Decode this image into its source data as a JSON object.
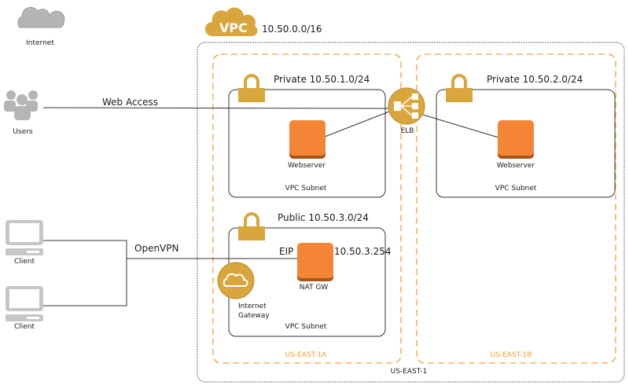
{
  "colors": {
    "gold": "#d8a63d",
    "orange_instance": "#f58536",
    "orange_instance_dark": "#a8561c",
    "az_border": "#f5a03c",
    "gray_icon": "#b5b5b5",
    "line": "#333333"
  },
  "internet": {
    "label": "Internet",
    "icon": "cloud-icon"
  },
  "users": {
    "label": "Users",
    "icon": "users-icon"
  },
  "web_access": {
    "label": "Web Access"
  },
  "clients": [
    {
      "label": "Client",
      "icon": "laptop-icon"
    },
    {
      "label": "Client",
      "icon": "laptop-icon"
    }
  ],
  "openvpn": {
    "label": "OpenVPN"
  },
  "vpc": {
    "badge": "VPC",
    "cidr": "10.50.0.0/16",
    "region": "US-EAST-1"
  },
  "availability_zones": [
    {
      "label": "US-EAST-1A"
    },
    {
      "label": "US-EAST-1B"
    }
  ],
  "subnets": {
    "private_a": {
      "title": "Private 10.50.1.0/24",
      "footer": "VPC Subnet",
      "instance": "Webserver"
    },
    "private_b": {
      "title": "Private 10.50.2.0/24",
      "footer": "VPC Subnet",
      "instance": "Webserver"
    },
    "public_a": {
      "title": "Public 10.50.3.0/24",
      "footer": "VPC Subnet",
      "instance": "NAT GW",
      "eip_label": "EIP",
      "private_ip": "10.50.3.254",
      "gateway": "Internet\nGateway"
    }
  },
  "elb": {
    "label": "ELB",
    "icon": "load-balancer-icon"
  }
}
